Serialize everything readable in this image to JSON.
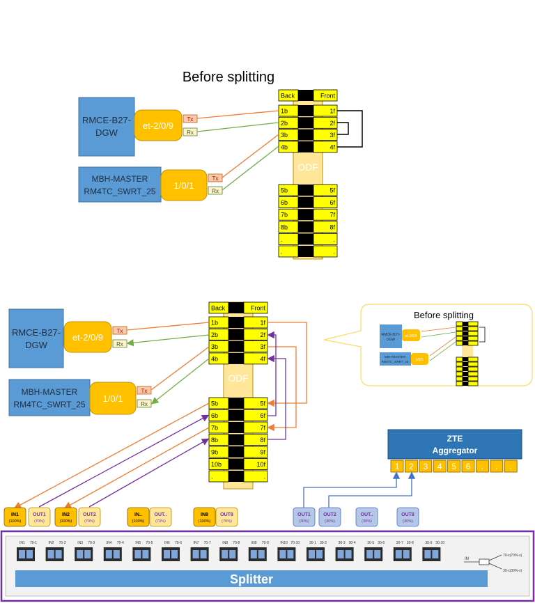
{
  "top": {
    "title": "Before splitting",
    "device1": "RMCE-B27-DGW",
    "device1_l1": "RMCE-B27-",
    "device1_l2": "DGW",
    "port1": "et-2/0/9",
    "device2_l1": "MBH-MASTER",
    "device2_l2": "RM4TC_SWRT_25",
    "port2": "1/0/1",
    "tx": "Tx",
    "rx": "Rx",
    "odf_label": "ODF",
    "back": "Back",
    "front": "Front",
    "rows_a": [
      [
        "1b",
        "1f"
      ],
      [
        "2b",
        "2f"
      ],
      [
        "3b",
        "3f"
      ],
      [
        "4b",
        "4f"
      ]
    ],
    "rows_b": [
      [
        "5b",
        "5f"
      ],
      [
        "6b",
        "6f"
      ],
      [
        "7b",
        "7f"
      ],
      [
        "8b",
        "8f"
      ],
      [
        ".",
        "."
      ],
      [
        ".",
        "."
      ]
    ]
  },
  "bottom": {
    "device1_l1": "RMCE-B27-",
    "device1_l2": "DGW",
    "port1": "et-2/0/9",
    "device2_l1": "MBH-MASTER",
    "device2_l2": "RM4TC_SWRT_25",
    "port2": "1/0/1",
    "odf_label": "ODF",
    "rows_a": [
      [
        "1b",
        "1f"
      ],
      [
        "2b",
        "2f"
      ],
      [
        "3b",
        "3f"
      ],
      [
        "4b",
        "4f"
      ]
    ],
    "rows_b": [
      [
        "5b",
        "5f"
      ],
      [
        "6b",
        "6f"
      ],
      [
        "7b",
        "7f"
      ],
      [
        "8b",
        "8f"
      ],
      [
        "9b",
        "9f"
      ],
      [
        "10b",
        "10f"
      ],
      [
        ".",
        "."
      ]
    ],
    "callout_title": "Before splitting",
    "zte_l1": "ZTE",
    "zte_l2": "Aggregator",
    "zte_ports": [
      "1",
      "2",
      "3",
      "4",
      "5",
      "6",
      ".",
      ".",
      "."
    ],
    "splitter_label": "Splitter",
    "boxes": [
      {
        "a": "IN1",
        "b": "(100%)",
        "kind": "in"
      },
      {
        "a": "OUT1",
        "b": "(70%)",
        "kind": "out"
      },
      {
        "a": "IN2",
        "b": "(100%)",
        "kind": "in"
      },
      {
        "a": "OUT2",
        "b": "(70%)",
        "kind": "out"
      },
      {
        "a": "IN..",
        "b": "(100%)",
        "kind": "in"
      },
      {
        "a": "OUT..",
        "b": "(70%)",
        "kind": "out"
      },
      {
        "a": "IN8",
        "b": "(100%)",
        "kind": "in"
      },
      {
        "a": "OUT8",
        "b": "(70%)",
        "kind": "out"
      },
      {
        "a": "OUT1",
        "b": "(30%)",
        "kind": "out30"
      },
      {
        "a": "OUT2",
        "b": "(30%)",
        "kind": "out30"
      },
      {
        "a": "OUT..",
        "b": "(30%)",
        "kind": "out30"
      },
      {
        "a": "OUT8",
        "b": "(30%)",
        "kind": "out30"
      }
    ],
    "splitter_port_labels": [
      "IN1",
      "70-1",
      "IN2",
      "70-2",
      "IN3",
      "70-3",
      "IN4",
      "70-4",
      "IN5",
      "70-5",
      "IN6",
      "70-6",
      "IN7",
      "70-7",
      "IN8",
      "70-8",
      "IN9",
      "70-9",
      "IN10",
      "70-10",
      "30-1",
      "30-2",
      "30-3",
      "30-4",
      "30-5",
      "30-6",
      "30-7",
      "30-8",
      "30-9",
      "30-10"
    ],
    "inset_in": "IN",
    "inset_70": "70-x(70%-x)",
    "inset_30": "30-x(30%-x)"
  }
}
